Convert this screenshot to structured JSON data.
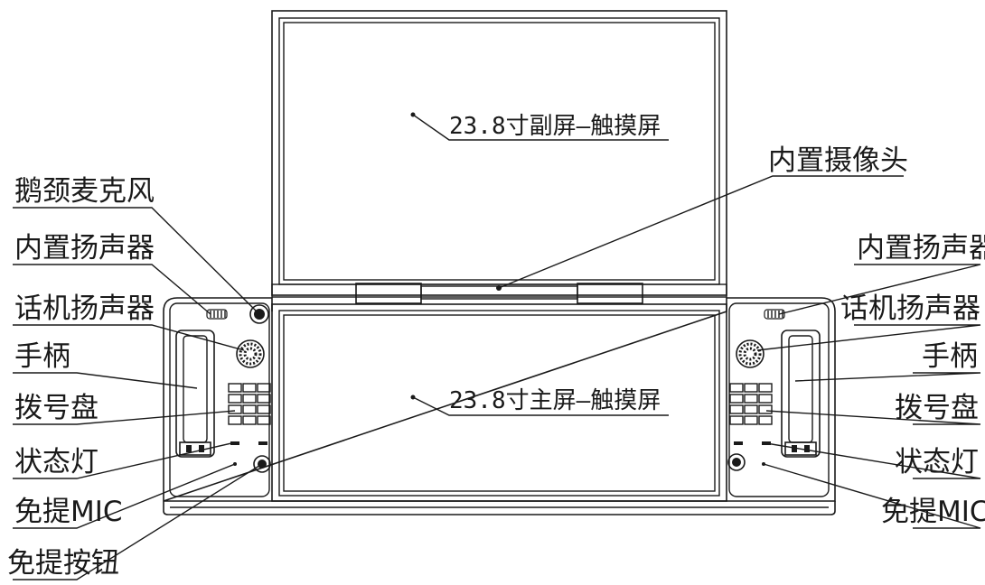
{
  "labels": {
    "gooseneck_mic": "鹅颈麦克风",
    "speaker_builtin_left": "内置扬声器",
    "handset_speaker_left": "话机扬声器",
    "handle_left": "手柄",
    "dialpad_left": "拨号盘",
    "status_light_left": "状态灯",
    "handsfree_mic_left": "免提MIC",
    "handsfree_button": "免提按钮",
    "camera_builtin": "内置摄像头",
    "speaker_builtin_right": "内置扬声器",
    "handset_speaker_right": "话机扬声器",
    "handle_right": "手柄",
    "dialpad_right": "拨号盘",
    "status_light_right": "状态灯",
    "handsfree_mic_right": "免提MIC",
    "secondary_screen": "23.8寸副屏—触摸屏",
    "main_screen": "23.8寸主屏—触摸屏"
  }
}
